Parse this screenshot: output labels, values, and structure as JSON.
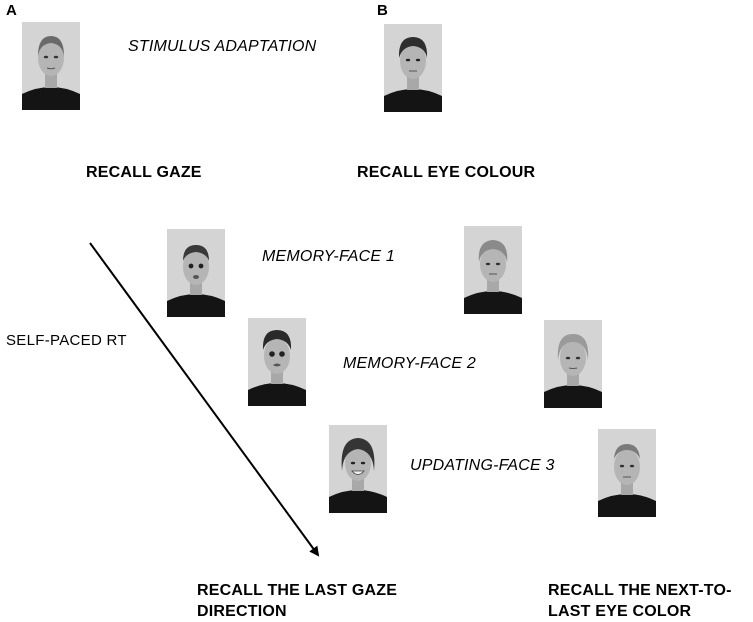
{
  "panels": {
    "a": "A",
    "b": "B"
  },
  "labels": {
    "stimulus_adaptation": "STIMULUS ADAPTATION",
    "recall_gaze": "RECALL GAZE",
    "recall_eye_colour": "RECALL EYE COLOUR",
    "memory_face_1": "MEMORY-FACE 1",
    "memory_face_2": "MEMORY-FACE 2",
    "updating_face_3": "UPDATING-FACE 3",
    "self_paced_rt": "SELF-PACED RT",
    "recall_last_gaze_line1": "RECALL THE LAST GAZE",
    "recall_last_gaze_line2": "DIRECTION",
    "recall_next_to_last_line1": "RECALL THE NEXT-TO-",
    "recall_next_to_last_line2": "LAST EYE COLOR"
  },
  "colors": {
    "photo_background": "#d4d4d4",
    "shirt": "#141414",
    "skin": "#b5b5b5",
    "hair_dark": "#3a3a3a",
    "hair_light": "#8a8a8a"
  }
}
